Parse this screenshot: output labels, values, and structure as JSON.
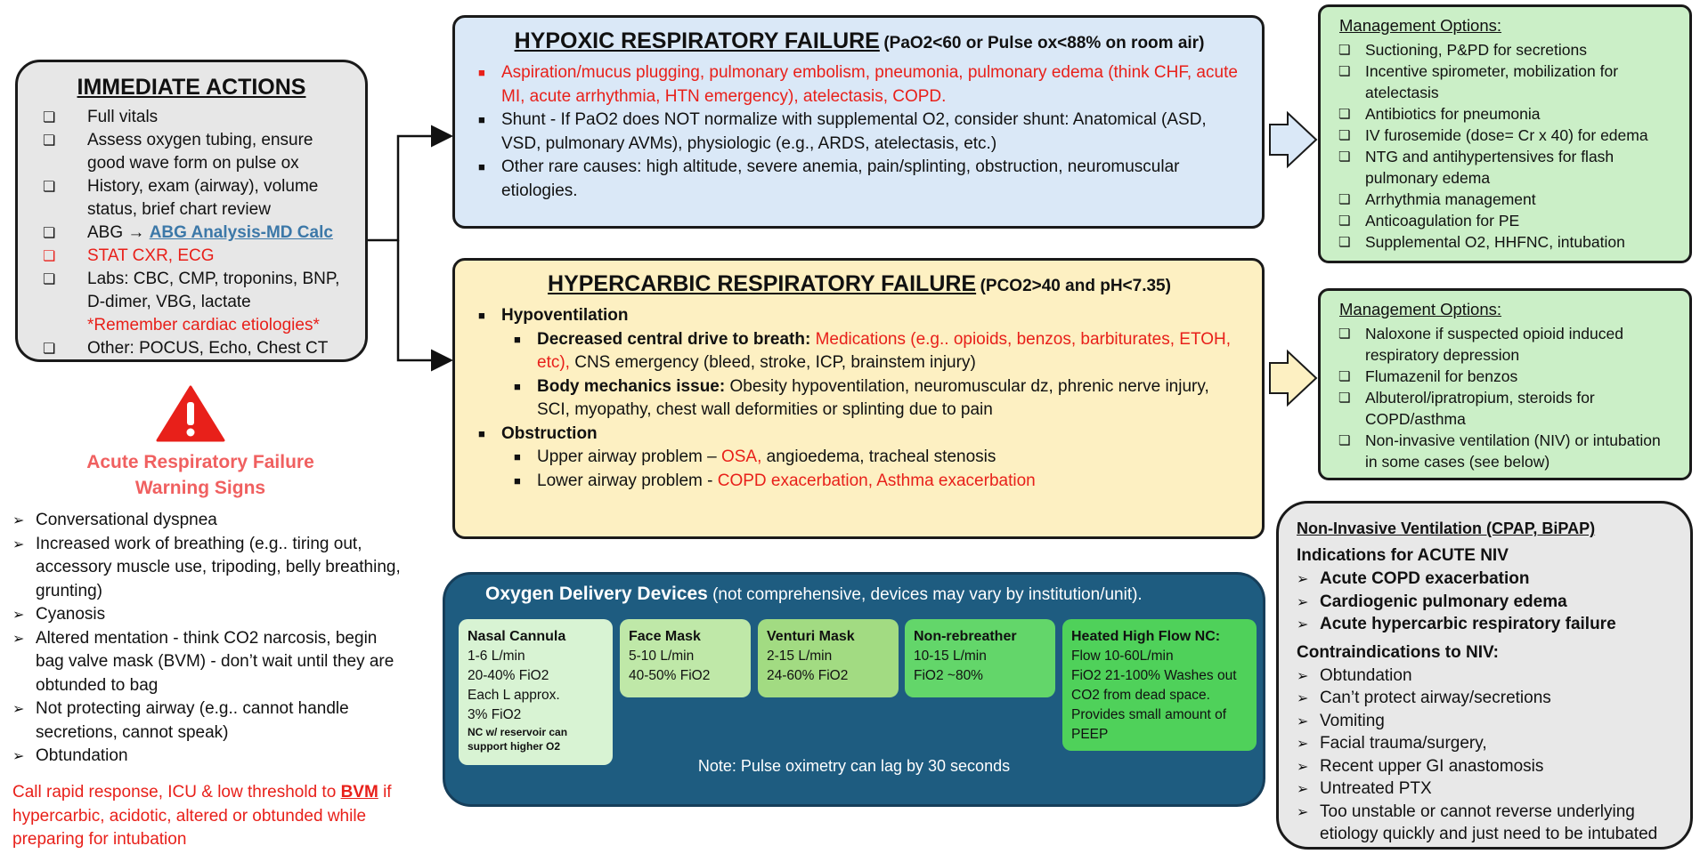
{
  "immediate": {
    "title": "IMMEDIATE ACTIONS",
    "items": [
      {
        "text": "Full vitals"
      },
      {
        "text": "Assess oxygen tubing, ensure good wave form on pulse ox"
      },
      {
        "text": "History, exam (airway), volume status, brief chart review"
      },
      {
        "prefix": "ABG → ",
        "link": "ABG Analysis-MD Calc"
      },
      {
        "text": "STAT CXR, ECG"
      },
      {
        "text": "Labs: CBC, CMP, troponins, BNP,  D-dimer, VBG, lactate",
        "note": "*Remember cardiac etiologies*"
      },
      {
        "text": "Other: POCUS, Echo, Chest CT"
      }
    ]
  },
  "warning": {
    "title_line1": "Acute Respiratory Failure",
    "title_line2": "Warning Signs",
    "signs": [
      "Conversational dyspnea",
      "Increased work of breathing (e.g.. tiring out, accessory muscle use, tripoding, belly breathing, grunting)",
      "Cyanosis",
      "Altered mentation - think CO2 narcosis, begin bag valve mask (BVM) - don’t wait until they are obtunded to bag",
      "Not protecting airway (e.g.. cannot handle secretions, cannot speak)",
      "Obtundation"
    ],
    "call_before": "Call rapid response, ICU & low threshold to ",
    "call_bvm": "BVM",
    "call_after": " if hypercarbic, acidotic, altered or obtunded while preparing for intubation"
  },
  "hypoxic": {
    "title": "HYPOXIC RESPIRATORY FAILURE",
    "criteria": "(PaO2<60 or Pulse ox<88% on room air)",
    "bullets": [
      "Aspiration/mucus plugging, pulmonary embolism, pneumonia, pulmonary edema (think CHF, acute MI, acute arrhythmia, HTN emergency), atelectasis, COPD.",
      "Shunt - If PaO2 does NOT normalize with supplemental O2, consider shunt: Anatomical (ASD, VSD, pulmonary AVMs), physiologic (e.g., ARDS, atelectasis, etc.)",
      "Other rare causes: high altitude, severe anemia, pain/splinting, obstruction, neuromuscular etiologies."
    ]
  },
  "hypercarbic": {
    "title": "HYPERCARBIC RESPIRATORY FAILURE",
    "criteria": "(PCO2>40 and pH<7.35)",
    "hypoventilation": "Hypoventilation",
    "drive_label": "Decreased central drive to breath:",
    "drive_red": " Medications (e.g.. opioids, benzos, barbiturates, ETOH, etc),",
    "drive_rest": " CNS emergency (bleed, stroke, ICP, brainstem injury)",
    "mech_label": "Body mechanics issue:",
    "mech_rest": " Obesity hypoventilation, neuromuscular dz, phrenic nerve injury, SCI, myopathy, chest wall deformities or splinting due to pain",
    "obstruction": "Obstruction",
    "upper_text": "Upper airway problem – ",
    "upper_red": "OSA,",
    "upper_rest": " angioedema, tracheal stenosis",
    "lower_text": "Lower airway problem - ",
    "lower_red": "COPD exacerbation, Asthma exacerbation"
  },
  "oxygen": {
    "title": "Oxygen Delivery Devices",
    "subtitle": " (not comprehensive, devices may vary by institution/unit).",
    "note": "Note: Pulse oximetry can lag by 30 seconds",
    "devices": [
      {
        "name": "Nasal Cannula",
        "lines": [
          "1-6 L/min",
          "20-40% FiO2",
          "Each L approx.",
          "3% FiO2"
        ],
        "tiny": "NC w/ reservoir can support higher O2",
        "color": "#d8f3d3"
      },
      {
        "name": "Face Mask",
        "lines": [
          "5-10 L/min",
          "40-50% FiO2"
        ],
        "color": "#bfe8a8"
      },
      {
        "name": "Venturi Mask",
        "lines": [
          "2-15 L/min",
          "24-60% FiO2"
        ],
        "color": "#a2db82"
      },
      {
        "name": "Non-rebreather",
        "lines": [
          "10-15 L/min",
          "FiO2 ~80%"
        ],
        "color": "#63d66a"
      },
      {
        "name": "Heated High Flow NC:",
        "lines": [
          "Flow 10-60L/min",
          "FiO2 21-100% Washes out CO2 from dead space. Provides small amount of PEEP"
        ],
        "color": "#4fd15a"
      }
    ]
  },
  "mgmt_hypoxic": {
    "title": "Management Options:",
    "items": [
      "Suctioning, P&PD for secretions",
      "Incentive spirometer, mobilization for atelectasis",
      "Antibiotics for pneumonia",
      "IV furosemide (dose= Cr x 40) for edema",
      "NTG and antihypertensives for flash pulmonary edema",
      "Arrhythmia management",
      "Anticoagulation for PE",
      "Supplemental O2, HHFNC, intubation"
    ]
  },
  "mgmt_hypercarbic": {
    "title": "Management Options:",
    "items": [
      "Naloxone if suspected opioid induced respiratory depression",
      "Flumazenil for benzos",
      "Albuterol/ipratropium, steroids for COPD/asthma",
      "Non-invasive ventilation (NIV) or intubation in some cases (see below)"
    ]
  },
  "niv": {
    "title": "Non-Invasive Ventilation (CPAP, BiPAP)",
    "indications_title": "Indications for ACUTE NIV",
    "indications": [
      "Acute COPD exacerbation",
      "Cardiogenic pulmonary edema",
      "Acute hypercarbic respiratory failure"
    ],
    "contra_title": "Contraindications to NIV:",
    "contraindications": [
      "Obtundation",
      "Can’t protect airway/secretions",
      "Vomiting",
      "Facial trauma/surgery,",
      "Recent upper GI anastomosis",
      "Untreated PTX",
      "Too unstable or cannot reverse underlying etiology quickly and just need to be intubated"
    ]
  },
  "colors": {
    "hypoxic_bg": "#dae8f7",
    "hypercarbic_bg": "#fdf0c2",
    "mgmt_bg": "#cbefc7",
    "oxygen_bg": "#1e5c80",
    "accent_red": "#e8201a"
  }
}
